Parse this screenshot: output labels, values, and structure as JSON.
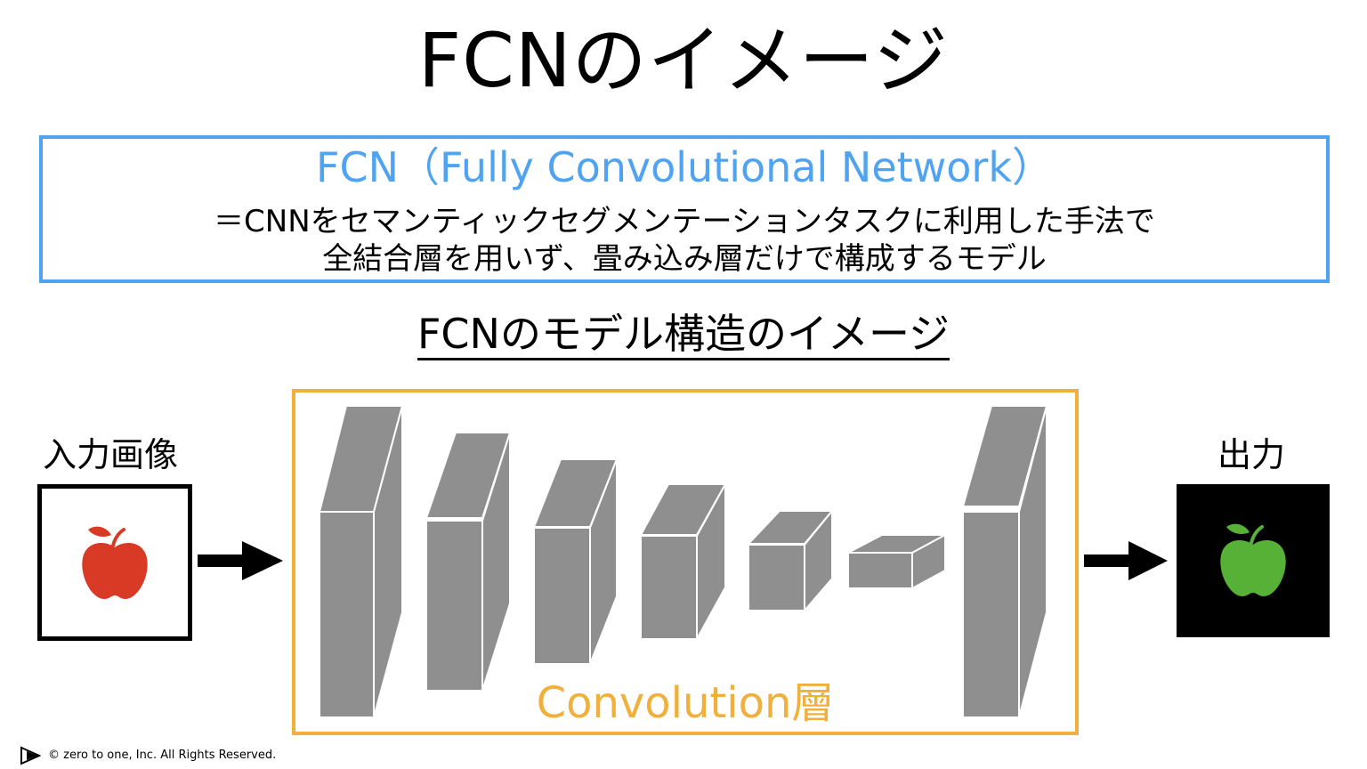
{
  "title": "FCNのイメージ",
  "definition": {
    "heading": "FCN（Fully Convolutional Network）",
    "line1": "＝CNNをセマンティックセグメンテーションタスクに利用した手法で",
    "line2": "全結合層を用いず、畳み込み層だけで構成するモデル",
    "border_color": "#4fa3f0"
  },
  "model_section": {
    "subtitle": "FCNのモデル構造のイメージ",
    "input_label": "入力画像",
    "output_label": "出力",
    "conv_label": "Convolution層",
    "conv_color": "#f1af3c",
    "block_color": "#8f8f8f",
    "input_icon": "apple-icon",
    "input_icon_color": "#d93a26",
    "output_icon": "apple-icon",
    "output_icon_color": "#56b136",
    "arrow_icon": "arrow-right-icon"
  },
  "footer": {
    "logo_icon": "play-triangle-logo-icon",
    "copyright": "©  zero to one, Inc. All Rights Reserved."
  }
}
